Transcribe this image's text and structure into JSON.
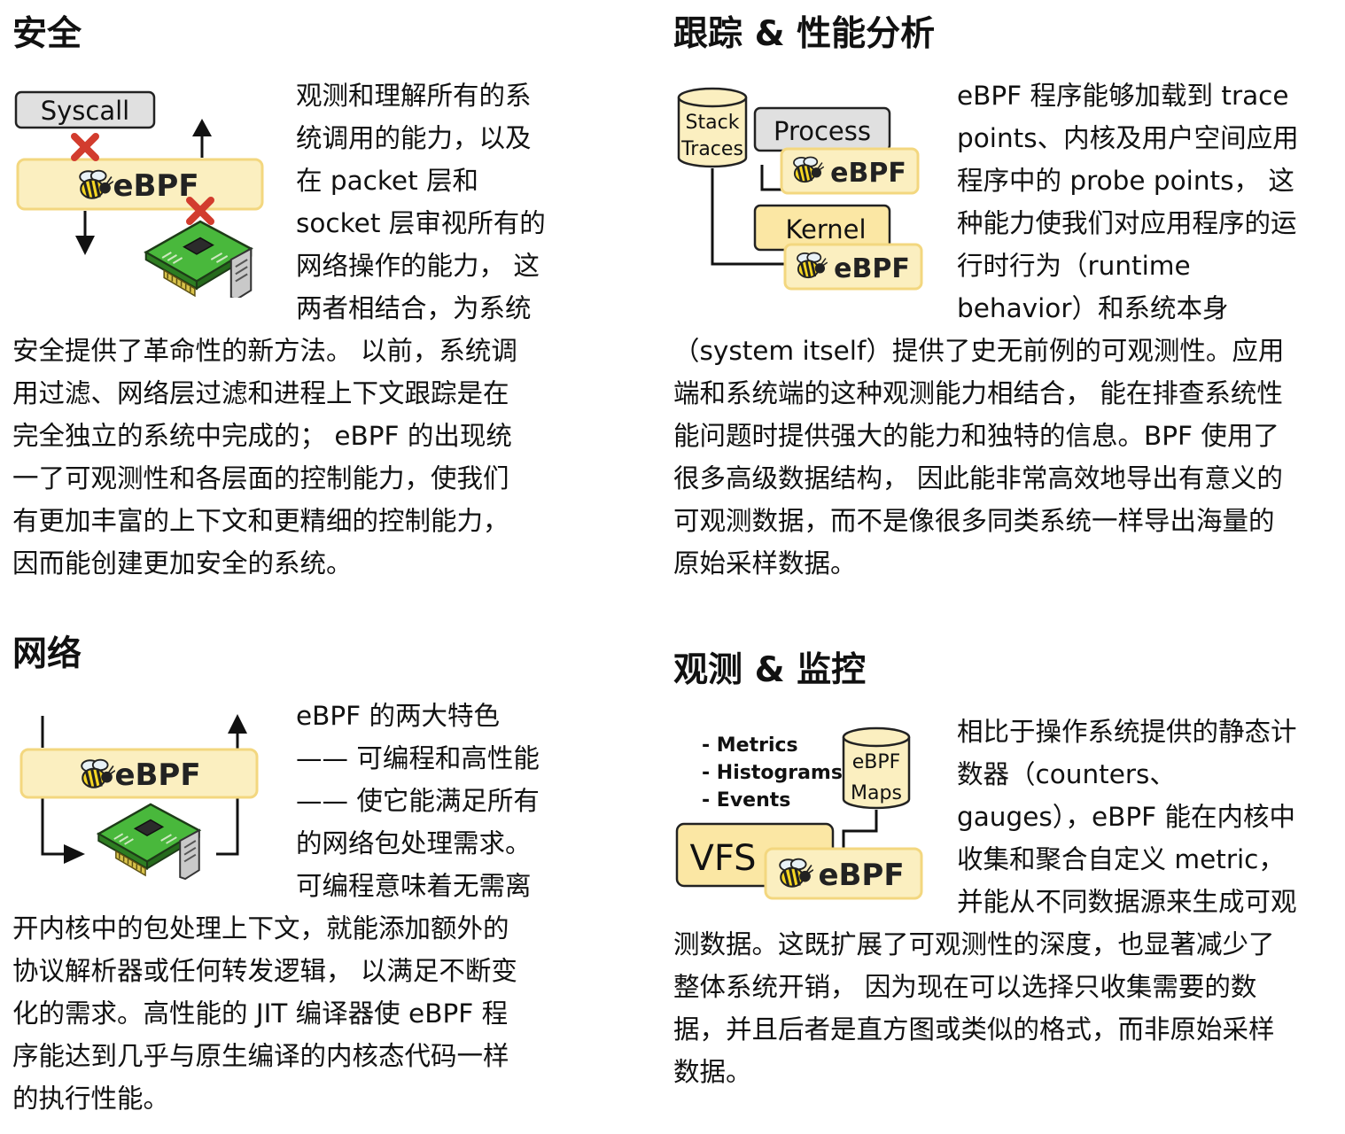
{
  "sections": {
    "security": {
      "title": "安全",
      "figure": {
        "syscall_label": "Syscall",
        "ebpf_label": "eBPF"
      },
      "lines": [
        "观测和理解所有的系",
        "统调用的能力，以及",
        "在 packet 层和",
        "socket 层审视所有的",
        "网络操作的能力， 这",
        "两者相结合，为系统",
        "安全提供了革命性的新方法。 以前，系统调",
        "用过滤、网络层过滤和进程上下文跟踪是在",
        "完全独立的系统中完成的； eBPF 的出现统",
        "一了可观测性和各层面的控制能力，使我们",
        "有更加丰富的上下文和更精细的控制能力，",
        "因而能创建更加安全的系统。"
      ]
    },
    "tracing": {
      "title": "跟踪 & 性能分析",
      "figure": {
        "stack_label_1": "Stack",
        "stack_label_2": "Traces",
        "process_label": "Process",
        "kernel_label": "Kernel",
        "ebpf_label": "eBPF"
      },
      "lines": [
        "eBPF 程序能够加载到 trace",
        "points、内核及用户空间应用",
        "程序中的 probe points， 这",
        "种能力使我们对应用程序的运",
        "行时行为（runtime",
        "behavior）和系统本身",
        "（system itself）提供了史无前例的可观测性。应用",
        "端和系统端的这种观测能力相结合， 能在排查系统性",
        "能问题时提供强大的能力和独特的信息。BPF 使用了",
        "很多高级数据结构， 因此能非常高效地导出有意义的",
        "可观测数据，而不是像很多同类系统一样导出海量的",
        "原始采样数据。"
      ]
    },
    "networking": {
      "title": "网络",
      "figure": {
        "ebpf_label": "eBPF"
      },
      "lines": [
        "eBPF 的两大特色",
        "—— 可编程和高性能",
        "—— 使它能满足所有",
        "的网络包处理需求。",
        "可编程意味着无需离",
        "开内核中的包处理上下文，就能添加额外的",
        "协议解析器或任何转发逻辑， 以满足不断变",
        "化的需求。高性能的 JIT 编译器使 eBPF 程",
        "序能达到几乎与原生编译的内核态代码一样",
        "的执行性能。"
      ]
    },
    "monitoring": {
      "title": "观测 & 监控",
      "figure": {
        "metrics_label": "- Metrics",
        "histograms_label": "- Histograms",
        "events_label": "- Events",
        "maps_label_1": "eBPF",
        "maps_label_2": "Maps",
        "vfs_label": "VFS",
        "ebpf_label": "eBPF"
      },
      "lines": [
        "相比于操作系统提供的静态计",
        "数器（counters、",
        "gauges），eBPF 能在内核中",
        "收集和聚合自定义 metric，",
        "并能从不同数据源来生成可观",
        "测数据。这既扩展了可观测性的深度，也显著减少了",
        "整体系统开销， 因为现在可以选择只收集需要的数",
        "据，并且后者是直方图或类似的格式，而非原始采样",
        "数据。"
      ]
    }
  }
}
